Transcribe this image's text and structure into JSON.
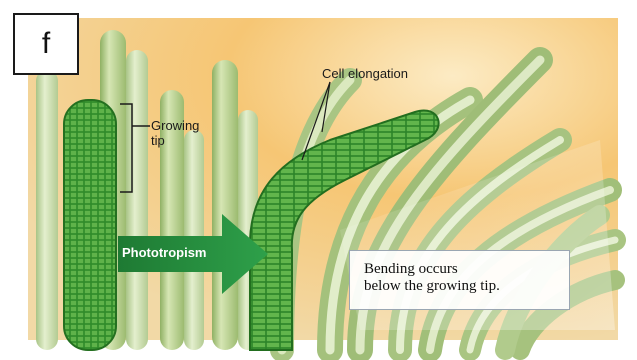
{
  "panel_label": "f",
  "labels": {
    "growing_tip_line1": "Growing",
    "growing_tip_line2": "tip",
    "cell_elongation": "Cell elongation",
    "phototropism": "Phototropism",
    "callout_line1": "Bending occurs",
    "callout_line2": "below the growing tip."
  },
  "colors": {
    "background_warm": "#f6c674",
    "seedling_green": "#b7d08f",
    "cell_green": "#2f8a2a",
    "arrow_green": "#23863a"
  }
}
